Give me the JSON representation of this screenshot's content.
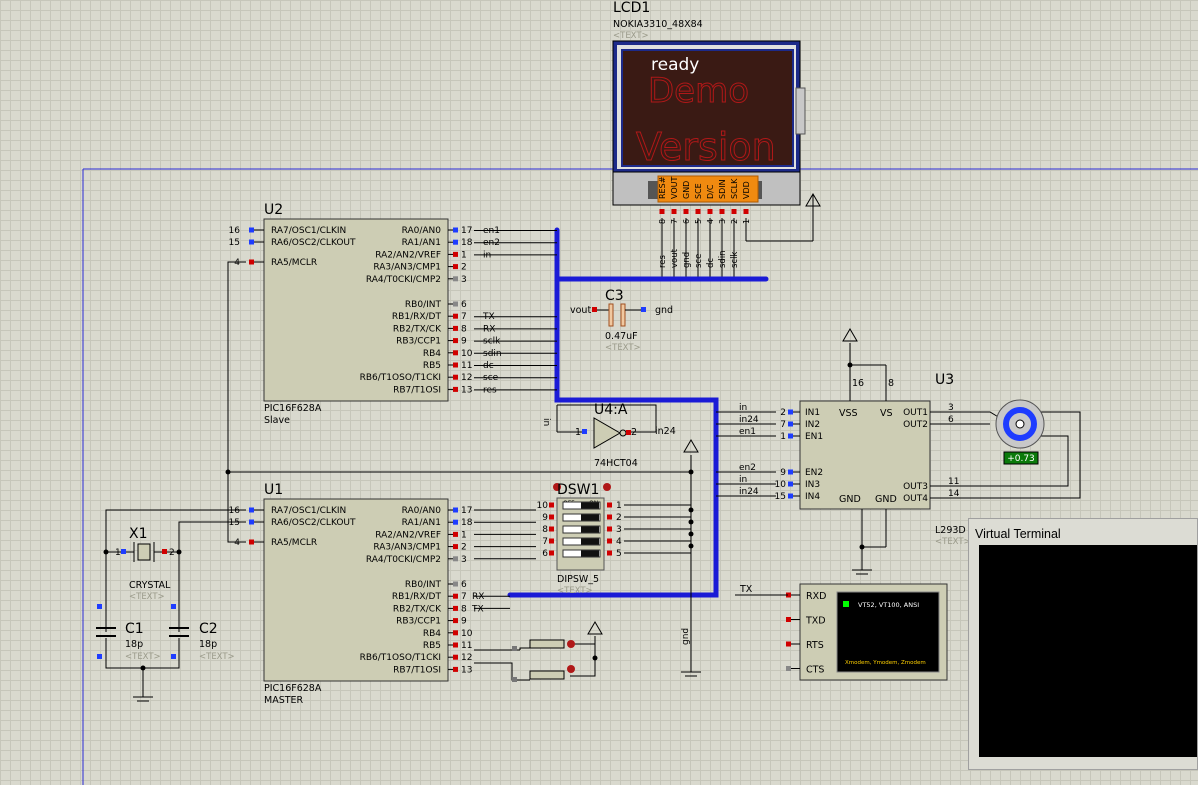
{
  "lcd": {
    "ref": "LCD1",
    "model": "NOKIA3310_48X84",
    "text_tag": "<TEXT>",
    "screen_text": "ready",
    "watermark_line1": "Demo",
    "watermark_line2": "Version",
    "pins": [
      "RES#",
      "VOUT",
      "GND",
      "SCE",
      "D/C",
      "SDIN",
      "SCLK",
      "VDD"
    ],
    "pin_numbers": [
      "8",
      "7",
      "6",
      "5",
      "4",
      "3",
      "2",
      "1"
    ],
    "net_labels": [
      "res",
      "vout",
      "gnd",
      "sce",
      "dc",
      "sdin",
      "sclk"
    ]
  },
  "u2": {
    "ref": "U2",
    "part": "PIC16F628A",
    "desc": "Slave",
    "left_pins": [
      "RA7/OSC1/CLKIN",
      "RA6/OSC2/CLKOUT",
      "RA5/MCLR"
    ],
    "left_pin_numbers": [
      "16",
      "15",
      "4"
    ],
    "right_pins": [
      "RA0/AN0",
      "RA1/AN1",
      "RA2/AN2/VREF",
      "RA3/AN3/CMP1",
      "RA4/T0CKI/CMP2",
      "RB0/INT",
      "RB1/RX/DT",
      "RB2/TX/CK",
      "RB3/CCP1",
      "RB4",
      "RB5",
      "RB6/T1OSO/T1CKI",
      "RB7/T1OSI"
    ],
    "right_pin_numbers": [
      "17",
      "18",
      "1",
      "2",
      "3",
      "6",
      "7",
      "8",
      "9",
      "10",
      "11",
      "12",
      "13"
    ],
    "net_labels": [
      "en1",
      "en2",
      "in",
      "",
      "",
      "",
      "TX",
      "RX",
      "sclk",
      "sdin",
      "dc",
      "sce",
      "res"
    ]
  },
  "u1": {
    "ref": "U1",
    "part": "PIC16F628A",
    "desc": "MASTER",
    "left_pins": [
      "RA7/OSC1/CLKIN",
      "RA6/OSC2/CLKOUT",
      "RA5/MCLR"
    ],
    "left_pin_numbers": [
      "16",
      "15",
      "4"
    ],
    "right_pins": [
      "RA0/AN0",
      "RA1/AN1",
      "RA2/AN2/VREF",
      "RA3/AN3/CMP1",
      "RA4/T0CKI/CMP2",
      "RB0/INT",
      "RB1/RX/DT",
      "RB2/TX/CK",
      "RB3/CCP1",
      "RB4",
      "RB5",
      "RB6/T1OSO/T1CKI",
      "RB7/T1OSI"
    ],
    "right_pin_numbers": [
      "17",
      "18",
      "1",
      "2",
      "3",
      "6",
      "7",
      "8",
      "9",
      "10",
      "11",
      "12",
      "13"
    ],
    "net_labels": [
      "",
      "",
      "",
      "",
      "",
      "",
      "RX",
      "TX",
      "",
      "",
      "",
      "",
      ""
    ]
  },
  "c3": {
    "ref": "C3",
    "value": "0.47uF",
    "text_tag": "<TEXT>",
    "left_net": "vout",
    "right_net": "gnd"
  },
  "u4": {
    "ref": "U4:A",
    "part": "74HCT04",
    "in_net": "in",
    "out_net": "in24",
    "pin_in": "1",
    "pin_out": "2"
  },
  "dsw1": {
    "ref": "DSW1",
    "part": "DIPSW_5",
    "text_tag": "<TEXT>",
    "off_label": "OFF",
    "on_label": "ON",
    "left_numbers": [
      "10",
      "9",
      "8",
      "7",
      "6"
    ],
    "right_numbers": [
      "1",
      "2",
      "3",
      "4",
      "5"
    ]
  },
  "u3": {
    "ref": "U3",
    "part": "L293D",
    "text_tag": "<TEXT>",
    "left_pins": [
      "IN1",
      "IN2",
      "EN1",
      "EN2",
      "IN3",
      "IN4"
    ],
    "left_pin_numbers": [
      "2",
      "7",
      "1",
      "9",
      "10",
      "15"
    ],
    "left_nets": [
      "in",
      "in24",
      "en1",
      "en2",
      "in",
      "in24"
    ],
    "vss": "VSS",
    "vs": "VS",
    "gnd": "GND",
    "vss_pin": "16",
    "vs_pin": "8",
    "right_pins": [
      "OUT1",
      "OUT2",
      "OUT3",
      "OUT4"
    ],
    "right_pin_numbers": [
      "3",
      "6",
      "11",
      "14"
    ]
  },
  "motor": {
    "readout": "+0.73"
  },
  "x1": {
    "ref": "X1",
    "part": "CRYSTAL",
    "text_tag": "<TEXT>",
    "pin1": "1",
    "pin2": "2"
  },
  "c1": {
    "ref": "C1",
    "value": "18p",
    "text_tag": "<TEXT>"
  },
  "c2": {
    "ref": "C2",
    "value": "18p",
    "text_tag": "<TEXT>"
  },
  "vterm": {
    "pins": [
      "RXD",
      "TXD",
      "RTS",
      "CTS"
    ],
    "tx_net": "TX",
    "screen_line1": "VT52, VT100, ANSI",
    "screen_line2": "Xmodem, Ymodem, Zmodem"
  },
  "gnd_label": "gnd",
  "virtual_terminal_window": {
    "title": "Virtual Terminal"
  },
  "colors": {
    "sheet_bg": "#d9d9ce",
    "grid": "#c6c6ba",
    "component_fill": "#cdcdb4",
    "bus_blue": "#1b1bd6",
    "pin_red": "#d00000",
    "pin_blue": "#1e3cff",
    "lcd_screen": "#3a1a14",
    "lcd_watermark": "#b01818",
    "motor_readout_bg": "#0a7a0a"
  }
}
